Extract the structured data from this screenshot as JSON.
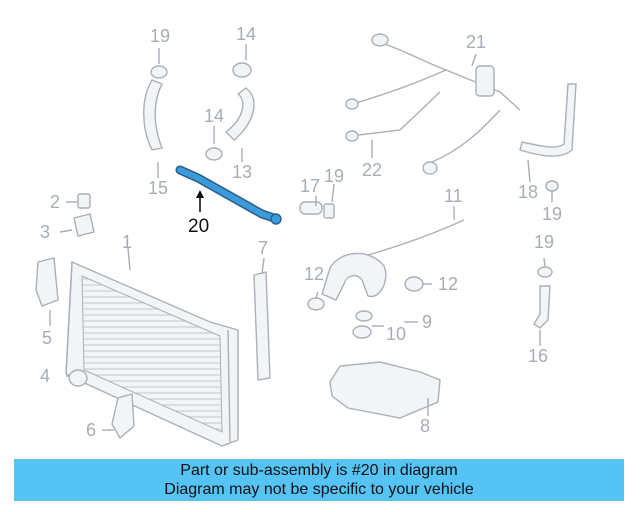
{
  "diagram": {
    "callouts": {
      "c1": "1",
      "c2": "2",
      "c3": "3",
      "c4": "4",
      "c5": "5",
      "c6": "6",
      "c7": "7",
      "c8": "8",
      "c9": "9",
      "c10": "10",
      "c11": "11",
      "c12a": "12",
      "c12b": "12",
      "c13": "13",
      "c14a": "14",
      "c14b": "14",
      "c15": "15",
      "c16": "16",
      "c17": "17",
      "c18": "18",
      "c19a": "19",
      "c19b": "19",
      "c19c": "19",
      "c19d": "19",
      "c21": "21",
      "c22": "22"
    },
    "highlight": {
      "label": "20",
      "color": "#3b9ad9"
    },
    "part_color": "#a9b0b8"
  },
  "banner": {
    "line1": "Part or sub-assembly is #20 in diagram",
    "line2": "Diagram may not be specific to your vehicle",
    "color": "#56c3f5"
  }
}
